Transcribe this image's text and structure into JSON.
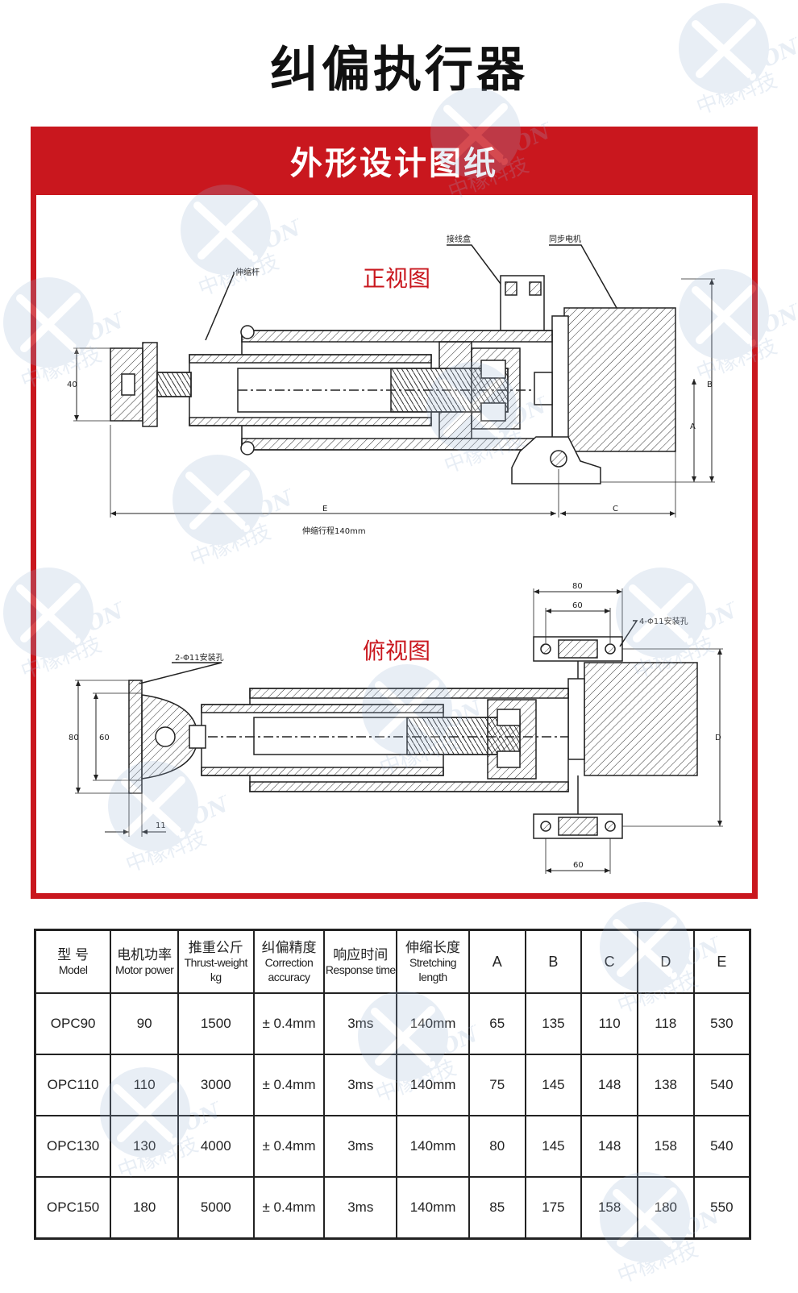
{
  "page_title": "纠偏执行器",
  "section_title": "外形设计图纸",
  "front_view": {
    "title": "正视图",
    "labels": {
      "rod": "伸缩杆",
      "junction_box": "接线盒",
      "motor": "同步电机",
      "dim_40": "40",
      "dim_B": "B",
      "dim_A": "A",
      "dim_E": "E",
      "dim_C": "C",
      "stroke": "伸缩行程140mm"
    }
  },
  "top_view": {
    "title": "俯视图",
    "labels": {
      "dim_80_top": "80",
      "dim_60_top": "60",
      "holes_4": "4-Φ11安装孔",
      "holes_2": "2-Φ11安装孔",
      "dim_80_left": "80",
      "dim_60_left": "60",
      "dim_11": "11",
      "dim_D": "D",
      "dim_60_bottom": "60"
    }
  },
  "watermark": {
    "brand_en": "ZONX",
    "brand_zh": "中橡科技",
    "color": "#9bb4d6"
  },
  "colors": {
    "accent_red": "#c9171e"
  },
  "table": {
    "headers": [
      {
        "zh": "型 号",
        "en": "Model"
      },
      {
        "zh": "电机功率",
        "en": "Motor power"
      },
      {
        "zh": "推重公斤",
        "en": "Thrust-weight kg"
      },
      {
        "zh": "纠偏精度",
        "en": "Correction accuracy"
      },
      {
        "zh": "响应时间",
        "en": "Response time"
      },
      {
        "zh": "伸缩长度",
        "en": "Stretching length"
      },
      {
        "single": "A"
      },
      {
        "single": "B"
      },
      {
        "single": "C"
      },
      {
        "single": "D"
      },
      {
        "single": "E"
      }
    ],
    "rows": [
      [
        "OPC90",
        "90",
        "1500",
        "± 0.4mm",
        "3ms",
        "140mm",
        "65",
        "135",
        "110",
        "118",
        "530"
      ],
      [
        "OPC110",
        "110",
        "3000",
        "± 0.4mm",
        "3ms",
        "140mm",
        "75",
        "145",
        "148",
        "138",
        "540"
      ],
      [
        "OPC130",
        "130",
        "4000",
        "± 0.4mm",
        "3ms",
        "140mm",
        "80",
        "145",
        "148",
        "158",
        "540"
      ],
      [
        "OPC150",
        "180",
        "5000",
        "± 0.4mm",
        "3ms",
        "140mm",
        "85",
        "175",
        "158",
        "180",
        "550"
      ]
    ]
  }
}
